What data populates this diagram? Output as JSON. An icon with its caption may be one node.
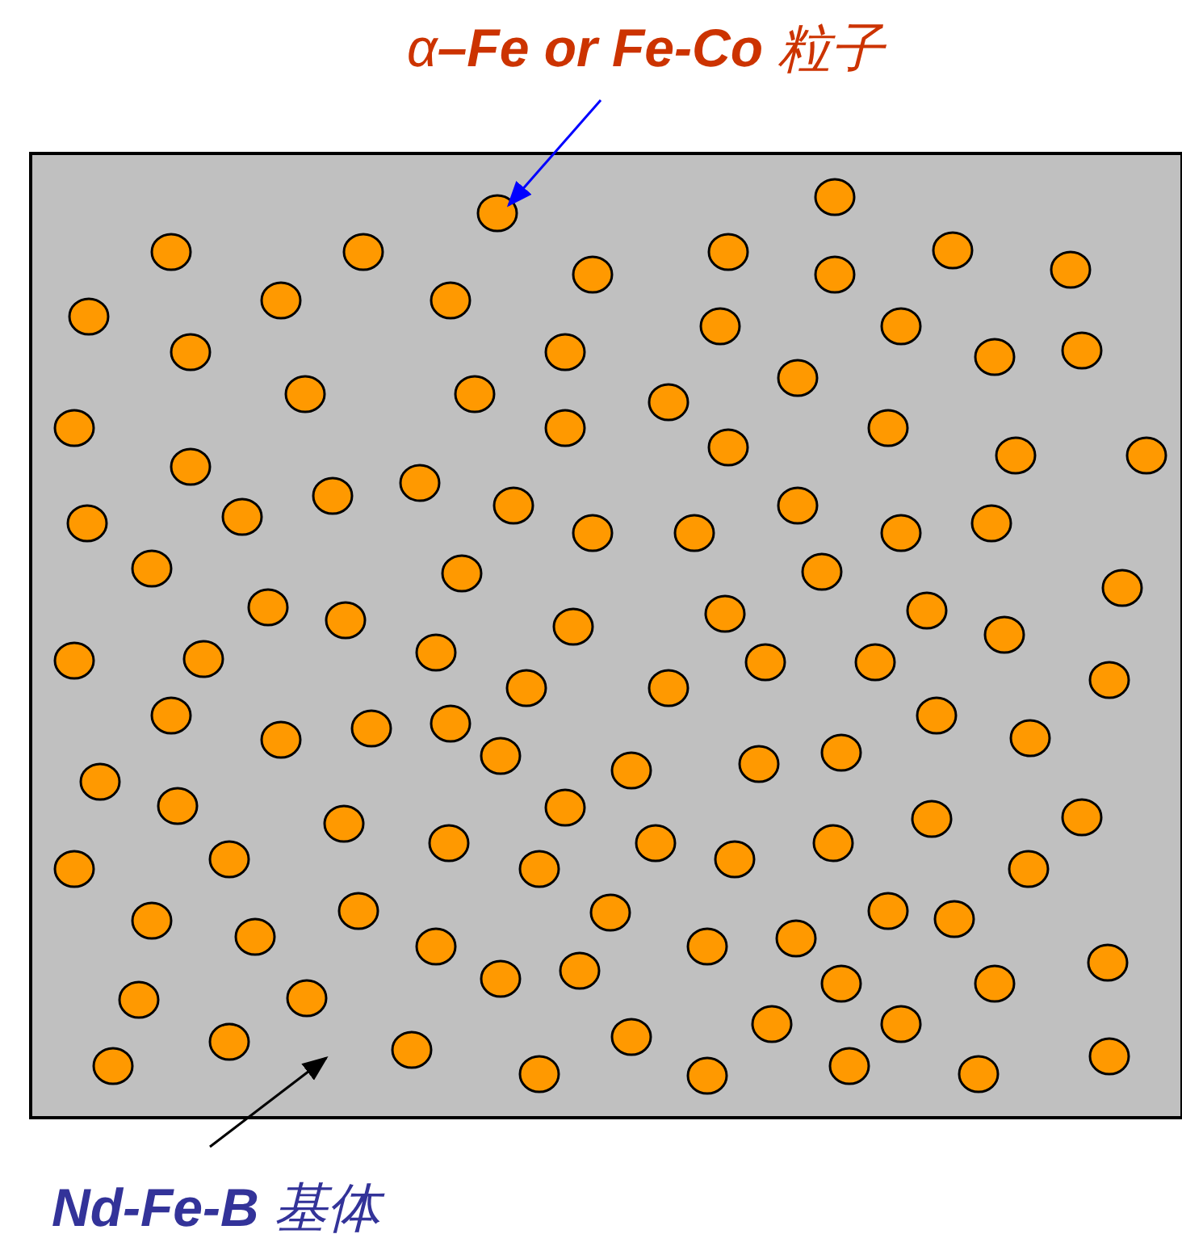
{
  "diagram": {
    "nodes": [
      {
        "text": [
          "α**–Fe or Fe-Co** 粒子"
        ]
      },
      {
        "text": [],
        "shape": "box"
      },
      {
        "text": [],
        "shape": "circle",
        "in": 1
      },
      {
        "text": [
          "**Nd-Fe-B** 基体"
        ]
      }
    ],
    "edges": [
      {
        "from": 0,
        "to": 2,
        "arrow": "to",
        "color": "#0000ff"
      },
      {
        "from": 3,
        "to": 1,
        "arrow": "to",
        "color": "#000000"
      }
    ]
  }
}
